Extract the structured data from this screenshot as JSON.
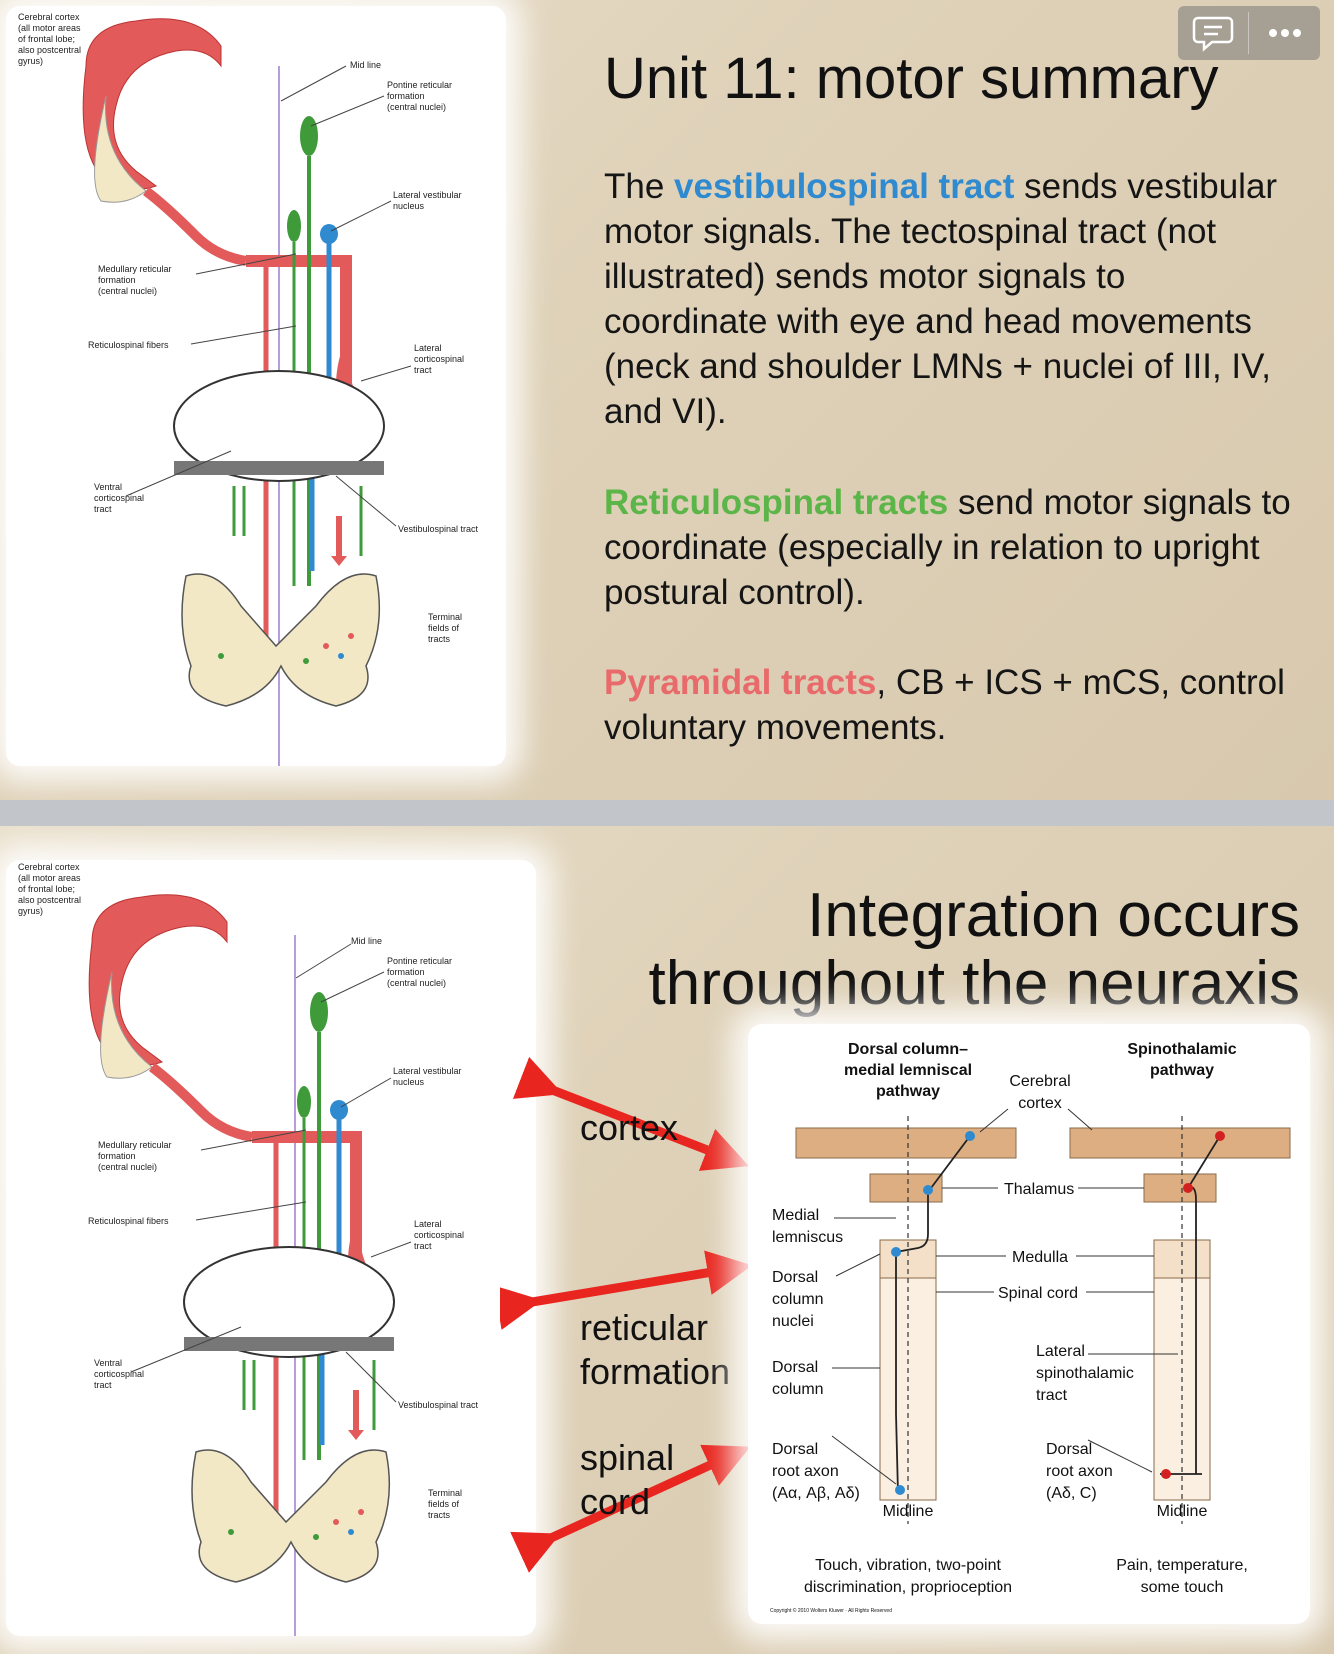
{
  "toolbar": {
    "comment_icon": "speech-bubble-icon",
    "more_icon": "ellipsis-icon"
  },
  "slide1": {
    "title": "Unit 11: motor summary",
    "para1": {
      "highlight": "vestibulospinal tract",
      "before": "The ",
      "after": " sends vestibular motor signals. The tectospinal tract (not illustrated) sends motor signals to coordinate with eye and head movements (neck and shoulder LMNs + nuclei of III, IV, and VI)."
    },
    "para2": {
      "highlight": "Reticulospinal tracts",
      "after": " send motor signals to coordinate (especially in relation to upright postural control)."
    },
    "para3": {
      "highlight": "Pyramidal tracts",
      "after": ", CB + ICS + mCS, control voluntary movements."
    }
  },
  "diagram_labels": {
    "cerebral_cortex": [
      "Cerebral cortex",
      "(all motor areas",
      "of frontal lobe;",
      "also postcentral",
      "gyrus)"
    ],
    "mid_line": "Mid line",
    "pontine": [
      "Pontine reticular",
      "formation",
      "(central nuclei)"
    ],
    "lateral_vestibular": [
      "Lateral vestibular",
      "nucleus"
    ],
    "medullary": [
      "Medullary reticular",
      "formation",
      "(central nuclei)"
    ],
    "reticulospinal_fibers": "Reticulospinal fibers",
    "lateral_corticospinal": [
      "Lateral",
      "corticospinal",
      "tract"
    ],
    "ventral_corticospinal": [
      "Ventral",
      "corticospinal",
      "tract"
    ],
    "vestibulospinal": "Vestibulospinal tract",
    "terminal_fields": [
      "Terminal",
      "fields of",
      "tracts"
    ]
  },
  "slide2": {
    "title_line1": "Integration occurs",
    "title_line2": "throughout the neuraxis",
    "side_labels": {
      "cortex": "cortex",
      "reticular_1": "reticular",
      "reticular_2": "formation",
      "spinal_1": "spinal",
      "spinal_2": "cord"
    },
    "pathway": {
      "dorsal_title": [
        "Dorsal column–",
        "medial lemniscal",
        "pathway"
      ],
      "spino_title": [
        "Spinothalamic",
        "pathway"
      ],
      "cerebral_cortex": [
        "Cerebral",
        "cortex"
      ],
      "thalamus": "Thalamus",
      "medial_lemniscus": [
        "Medial",
        "lemniscus"
      ],
      "medulla": "Medulla",
      "dorsal_column_nuclei": [
        "Dorsal",
        "column",
        "nuclei"
      ],
      "spinal_cord": "Spinal cord",
      "dorsal_column": [
        "Dorsal",
        "column"
      ],
      "lateral_spinothalamic": [
        "Lateral",
        "spinothalamic",
        "tract"
      ],
      "dorsal_root_left": [
        "Dorsal",
        "root axon",
        "(Aα, Aβ, Aδ)"
      ],
      "dorsal_root_right": [
        "Dorsal",
        "root axon",
        "(Aδ, C)"
      ],
      "midline": "Midline",
      "caption_left": [
        "Touch, vibration, two-point",
        "discrimination, proprioception"
      ],
      "caption_right": [
        "Pain, temperature,",
        "some touch"
      ],
      "copyright": "Copyright © 2010 Wolters Kluwer · All Rights Reserved"
    }
  },
  "colors": {
    "red": "#e25a5a",
    "green": "#3f9a3a",
    "blue": "#2f8ad0",
    "arrow": "#e8261f",
    "tan": "#deae83"
  }
}
